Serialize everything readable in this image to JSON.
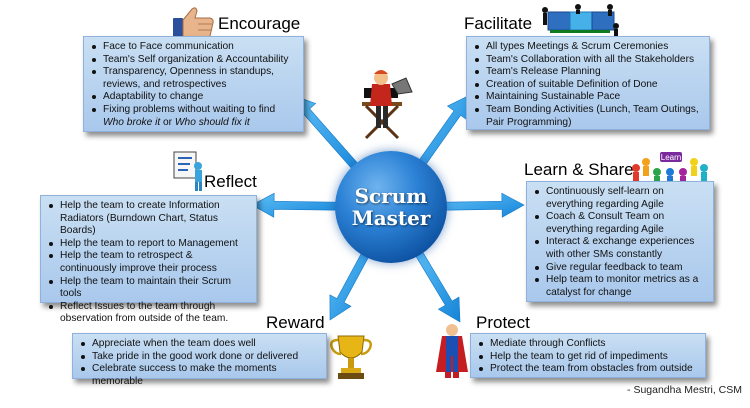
{
  "center": {
    "line1": "Scrum",
    "line2": "Master"
  },
  "sections": {
    "encourage": {
      "title": "Encourage",
      "items": [
        "Face to Face communication",
        "Team's Self organization & Accountability",
        "Transparency, Openness in standups, reviews, and retrospectives",
        "Adaptability to change"
      ],
      "last_prefix": "Fixing problems without waiting to find ",
      "last_em1": "Who broke it",
      "last_mid": " or ",
      "last_em2": "Who should fix it"
    },
    "facilitate": {
      "title": "Facilitate",
      "items": [
        "All types Meetings & Scrum Ceremonies",
        "Team's Collaboration with all the Stakeholders",
        "Team's Release Planning",
        "Creation of suitable Definition of Done",
        "Maintaining Sustainable Pace",
        "Team Bonding Activities (Lunch, Team Outings, Pair Programming)"
      ]
    },
    "reflect": {
      "title": "Reflect",
      "items": [
        "Help the team to create Information Radiators (Burndown Chart, Status Boards)",
        "Help the team to report to Management",
        "Help the team to retrospect & continuously improve their process",
        "Help the team to maintain their Scrum tools",
        "Reflect Issues to the team through observation from outside of the team."
      ]
    },
    "learn_share": {
      "title": "Learn & Share",
      "badge": "Learn",
      "items": [
        "Continuously self-learn on everything regarding Agile",
        "Coach & Consult Team on everything regarding Agile",
        "Interact & exchange experiences with other SMs constantly",
        "Give regular feedback to team",
        "Help team to monitor metrics as a catalyst for change"
      ]
    },
    "reward": {
      "title": "Reward",
      "items": [
        "Appreciate when the team does well",
        "Take pride in the good work done or delivered",
        "Celebrate success to make the moments memorable"
      ]
    },
    "protect": {
      "title": "Protect",
      "items": [
        "Mediate through Conflicts",
        "Help the team to get rid of impediments",
        "Protect the team from obstacles from outside"
      ]
    }
  },
  "credit": "- Sugandha Mestri, CSM",
  "colors": {
    "arrow": "#1e96ea",
    "center": "#1b6cc4",
    "box": "#b6d2f0"
  },
  "icons": [
    "thumbs-up-icon",
    "team-puzzle-icon",
    "director-chair-icon",
    "whiteboard-presenter-icon",
    "learn-circle-icon",
    "trophy-icon",
    "superhero-icon"
  ]
}
